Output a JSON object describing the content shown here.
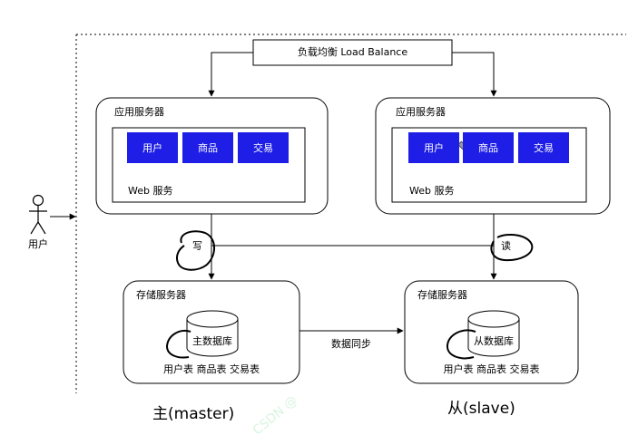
{
  "load_balancer": {
    "label": "负载均衡 Load Balance"
  },
  "user": {
    "label": "用户"
  },
  "app_servers": [
    {
      "title": "应用服务器",
      "modules": [
        "用户",
        "商品",
        "交易"
      ],
      "web_label": "Web 服务"
    },
    {
      "title": "应用服务器",
      "modules": [
        "用户",
        "商品",
        "交易"
      ],
      "web_label": "Web 服务"
    }
  ],
  "storage_servers": [
    {
      "title": "存储服务器",
      "db_label": "主数据库",
      "tables_label": "用户表 商品表 交易表"
    },
    {
      "title": "存储服务器",
      "db_label": "从数据库",
      "tables_label": "用户表 商品表 交易表"
    }
  ],
  "edges": {
    "write": "写",
    "read": "读",
    "sync": "数据同步"
  },
  "captions": {
    "master": "主(master)",
    "slave": "从(slave)"
  },
  "colors": {
    "module_fill": "#1e1ee6",
    "annotation_ink": "#000000",
    "watermark": "#d9f5e0"
  },
  "annotations": {
    "pencil_icon": "pencil-icon"
  }
}
